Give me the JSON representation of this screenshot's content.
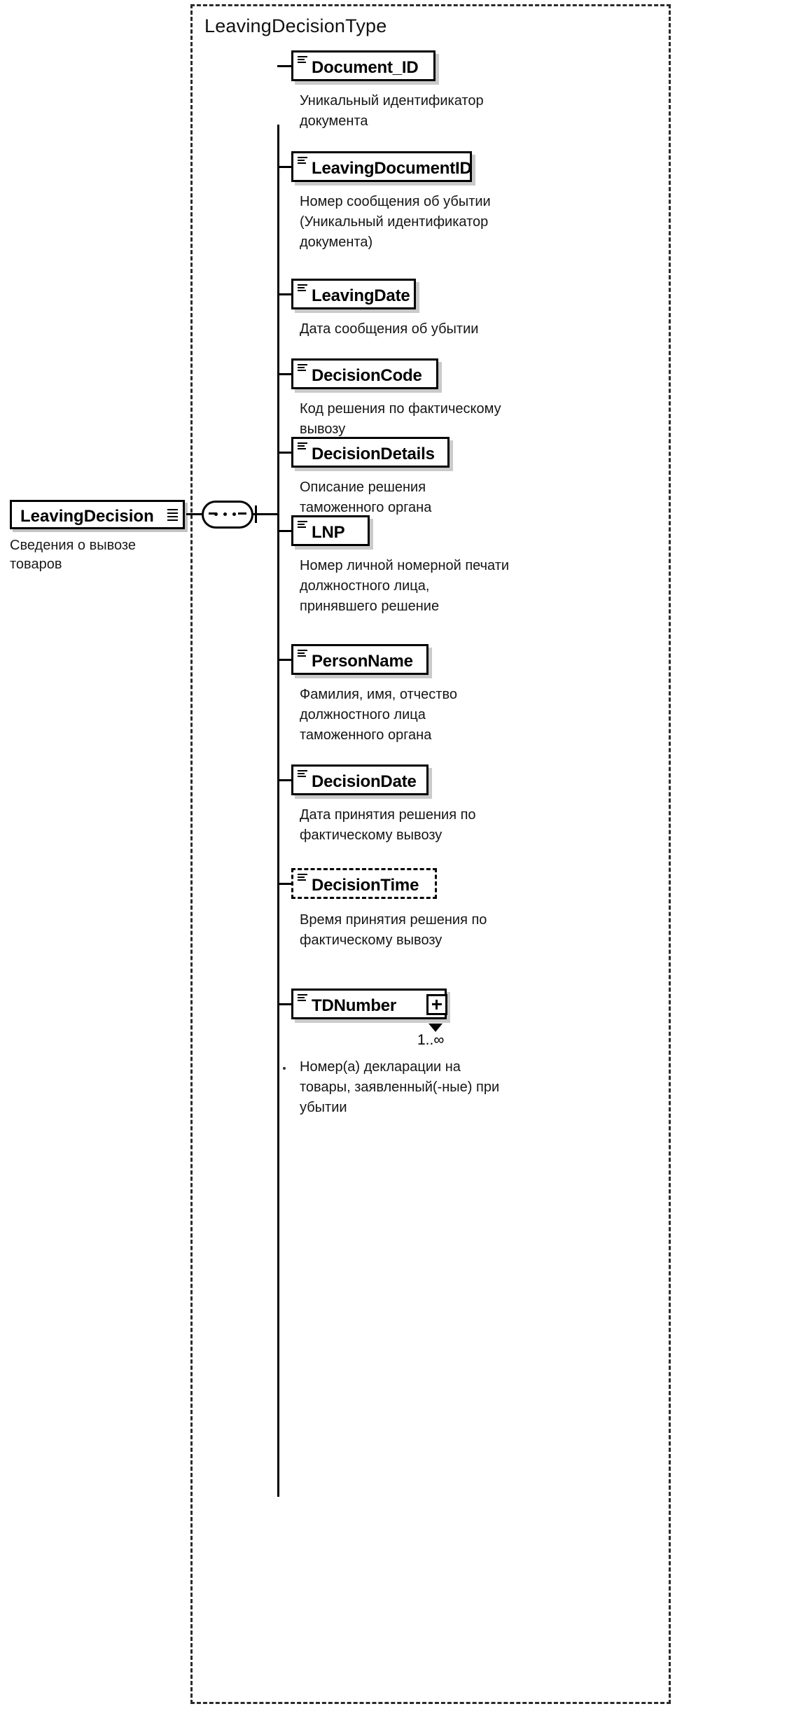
{
  "diagram": {
    "kind": "xsd-element-diagram",
    "type_container_label": "LeavingDecisionType",
    "root": {
      "name": "LeavingDecision",
      "description": "Сведения о вывозе товаров",
      "compositor": "sequence"
    },
    "elements": [
      {
        "name": "Document_ID",
        "description": "Уникальный идентификатор документа",
        "optional": false,
        "expandable": false,
        "occurrence": ""
      },
      {
        "name": "LeavingDocumentID",
        "description": "Номер сообщения об убытии (Уникальный идентификатор документа)",
        "optional": false,
        "expandable": false,
        "occurrence": ""
      },
      {
        "name": "LeavingDate",
        "description": "Дата сообщения об убытии",
        "optional": false,
        "expandable": false,
        "occurrence": ""
      },
      {
        "name": "DecisionCode",
        "description": "Код решения по фактическому вывозу",
        "optional": false,
        "expandable": false,
        "occurrence": ""
      },
      {
        "name": "DecisionDetails",
        "description": "Описание решения таможенного органа",
        "optional": false,
        "expandable": false,
        "occurrence": ""
      },
      {
        "name": "LNP",
        "description": "Номер личной номерной печати должностного лица, принявшего решение",
        "optional": false,
        "expandable": false,
        "occurrence": ""
      },
      {
        "name": "PersonName",
        "description": "Фамилия, имя, отчество должностного лица таможенного органа",
        "optional": false,
        "expandable": false,
        "occurrence": ""
      },
      {
        "name": "DecisionDate",
        "description": "Дата принятия решения по фактическому вывозу",
        "optional": false,
        "expandable": false,
        "occurrence": ""
      },
      {
        "name": "DecisionTime",
        "description": "Время принятия решения по фактическому вывозу",
        "optional": true,
        "expandable": false,
        "occurrence": ""
      },
      {
        "name": "TDNumber",
        "description": "Номер(а) декларации на товары, заявленный(-ные) при убытии",
        "optional": false,
        "expandable": true,
        "occurrence": "1..∞"
      }
    ]
  }
}
